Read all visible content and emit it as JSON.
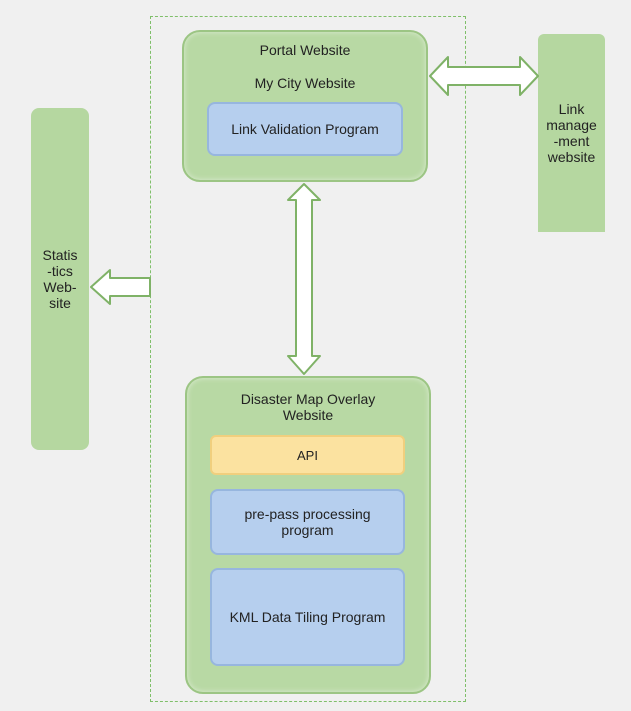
{
  "portal": {
    "title": "Portal  Website",
    "subtitle": "My  City Website",
    "inner": "Link Validation Program"
  },
  "link_management": {
    "label": "Link\nmanage\n-ment\nwebsite"
  },
  "statistics": {
    "label": "Statis\n-tics\nWeb-\nsite"
  },
  "disaster": {
    "title": "Disaster Map Overlay\nWebsite",
    "api": "API",
    "prepass": "pre-pass processing\nprogram",
    "kml": "KML Data Tiling Program"
  },
  "colors": {
    "green_fill": "#b8d9a4",
    "blue_fill": "#b6cfee",
    "yellow_fill": "#fbe2a0",
    "arrow_stroke": "#7fb267",
    "dashed_border": "#7fbf6a"
  },
  "connectors": [
    "double-arrow",
    "double-arrow",
    "arrow-left"
  ]
}
